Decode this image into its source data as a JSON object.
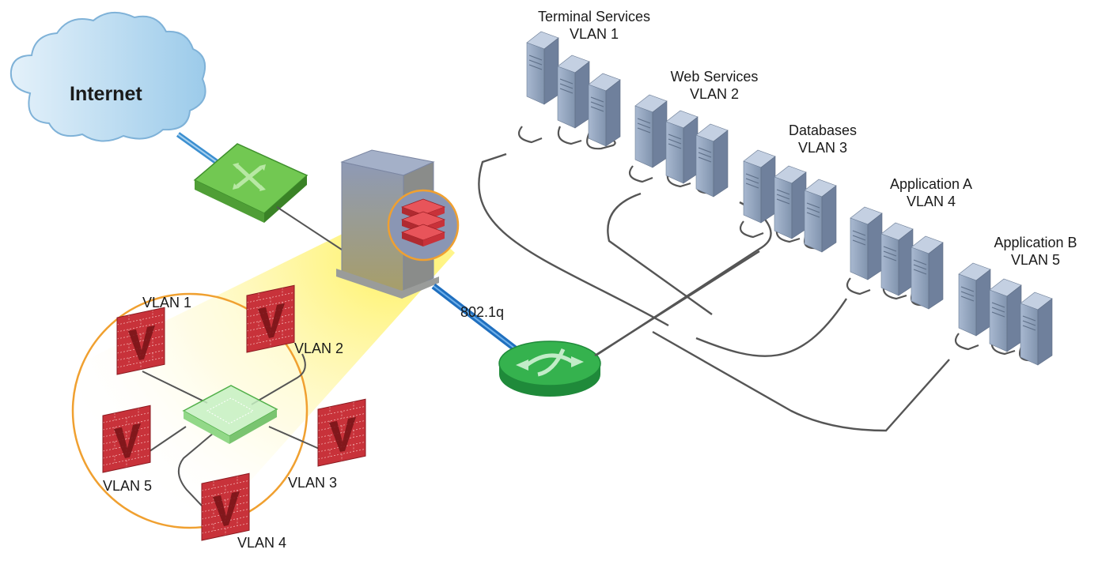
{
  "diagram": {
    "internet_label": "Internet",
    "trunk_label": "802.1q",
    "server_groups": [
      {
        "name": "Terminal Services",
        "vlan": "VLAN 1"
      },
      {
        "name": "Web Services",
        "vlan": "VLAN 2"
      },
      {
        "name": "Databases",
        "vlan": "VLAN 3"
      },
      {
        "name": "Application A",
        "vlan": "VLAN 4"
      },
      {
        "name": "Application B",
        "vlan": "VLAN 5"
      }
    ],
    "virtual_firewalls": [
      {
        "label": "VLAN 1"
      },
      {
        "label": "VLAN 2"
      },
      {
        "label": "VLAN 3"
      },
      {
        "label": "VLAN 4"
      },
      {
        "label": "VLAN 5"
      }
    ],
    "colors": {
      "cloud": "#c6e0f2",
      "internet_link": "#3c8fd0",
      "trunk_link": "#1f6fbf",
      "switch_green": "#6cc04a",
      "router_green": "#2ea84a",
      "server": "#8e9fb8",
      "firewall_red": "#c8323a",
      "zoom_ring": "#f0a030",
      "cable": "#555555"
    },
    "icons": {
      "cloud": "cloud-icon",
      "edge_switch": "switch-icon",
      "chassis": "firewall-chassis-icon",
      "router": "router-icon",
      "server": "server-icon",
      "virtual_firewall": "brick-firewall-icon",
      "virtual_switch": "virtual-switch-icon"
    }
  }
}
